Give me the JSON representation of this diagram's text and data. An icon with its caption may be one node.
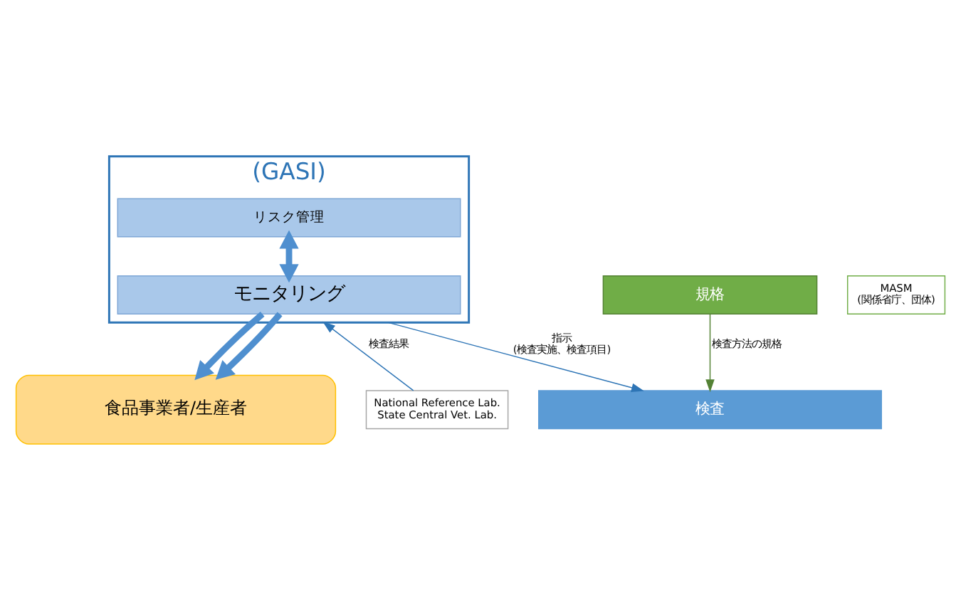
{
  "diagram": {
    "nodes": [
      {
        "text": [
          "(GASI)"
        ]
      },
      {
        "text": [
          "リスク管理"
        ],
        "in": 0
      },
      {
        "text": [
          "モニタリング"
        ],
        "in": 0
      },
      {
        "text": [
          "食品事業者/生産者"
        ]
      },
      {
        "text": [
          "規格"
        ]
      },
      {
        "text": [
          "MASM",
          "(関係省庁、団体)"
        ]
      },
      {
        "text": [
          "検査"
        ]
      },
      {
        "text": [
          "National Reference Lab. State Central Vet. Lab."
        ]
      }
    ],
    "edges": [
      {
        "from": 1,
        "to": 2,
        "arrow": "both",
        "style": "thick"
      },
      {
        "from": 2,
        "to": 3,
        "arrow": "to",
        "style": "thick"
      },
      {
        "from": 2,
        "to": 3,
        "arrow": "to",
        "style": "thick"
      },
      {
        "from": 0,
        "to": 6,
        "arrow": "to",
        "label": "指示 (検査実施、検査項目)"
      },
      {
        "from": 7,
        "to": 0,
        "arrow": "to",
        "label": "検査結果"
      },
      {
        "from": 4,
        "to": 6,
        "arrow": "to",
        "label": "検査方法の規格",
        "color": "#548235"
      }
    ]
  }
}
